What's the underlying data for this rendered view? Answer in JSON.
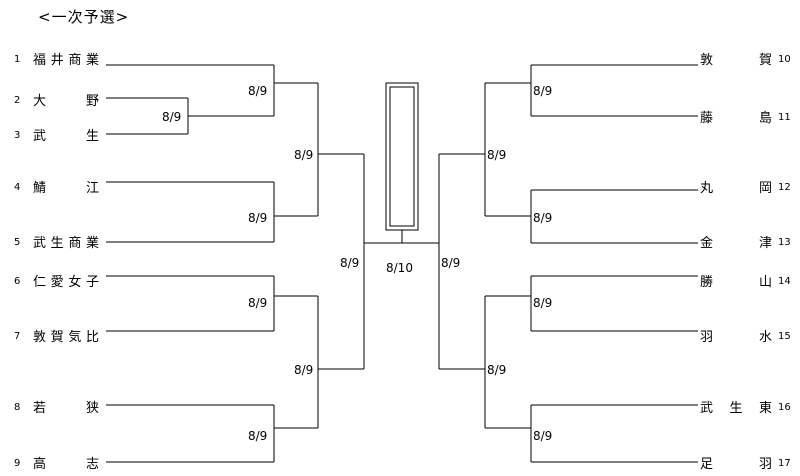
{
  "title": "<一次予選>",
  "left_teams": [
    {
      "seed": "1",
      "name": "福井商業"
    },
    {
      "seed": "2",
      "name": "大野"
    },
    {
      "seed": "3",
      "name": "武生"
    },
    {
      "seed": "4",
      "name": "鯖江"
    },
    {
      "seed": "5",
      "name": "武生商業"
    },
    {
      "seed": "6",
      "name": "仁愛女子"
    },
    {
      "seed": "7",
      "name": "敦賀気比"
    },
    {
      "seed": "8",
      "name": "若狭"
    },
    {
      "seed": "9",
      "name": "高志"
    }
  ],
  "right_teams": [
    {
      "seed": "10",
      "name": "敦賀"
    },
    {
      "seed": "11",
      "name": "藤島"
    },
    {
      "seed": "12",
      "name": "丸岡"
    },
    {
      "seed": "13",
      "name": "金津"
    },
    {
      "seed": "14",
      "name": "勝山"
    },
    {
      "seed": "15",
      "name": "羽水"
    },
    {
      "seed": "16",
      "name": "武生東"
    },
    {
      "seed": "17",
      "name": "足羽"
    }
  ],
  "match_dates": {
    "left_r0": "8/9",
    "left_r1_a": "8/9",
    "left_r1_b": "8/9",
    "left_r1_c": "8/9",
    "left_r1_d": "8/9",
    "left_r2_a": "8/9",
    "left_r2_b": "8/9",
    "left_r3": "8/9",
    "right_r1_a": "8/9",
    "right_r1_b": "8/9",
    "right_r1_c": "8/9",
    "right_r1_d": "8/9",
    "right_r2_a": "8/9",
    "right_r2_b": "8/9",
    "right_r3": "8/9",
    "final": "8/10"
  }
}
